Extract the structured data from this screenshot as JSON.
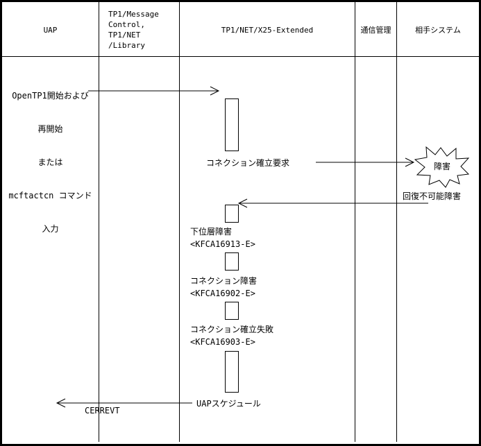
{
  "headers": {
    "uap": "UAP",
    "tp1_message_control": [
      "TP1/Message",
      "Control,",
      "TP1/NET",
      "/Library"
    ],
    "x25_extended": "TP1/NET/X25-Extended",
    "comm_mgmt": "通信管理",
    "peer_system": "相手システム"
  },
  "uap_start": [
    "OpenTP1開始および",
    "再開始",
    "または",
    "mcftactcn コマンド",
    "入力"
  ],
  "connection_request": "コネクション確立要求",
  "fault_burst": "障害",
  "unrecoverable_fault": "回復不可能障害",
  "lower_layer_fault": "下位層障害",
  "msg_16913": "<KFCA16913-E>",
  "connection_fault": "コネクション障害",
  "msg_16902": "<KFCA16902-E>",
  "connection_failed": "コネクション確立失敗",
  "msg_16903": "<KFCA16903-E>",
  "uap_schedule": "UAPスケジュール",
  "cerrevt": "CERREVT"
}
